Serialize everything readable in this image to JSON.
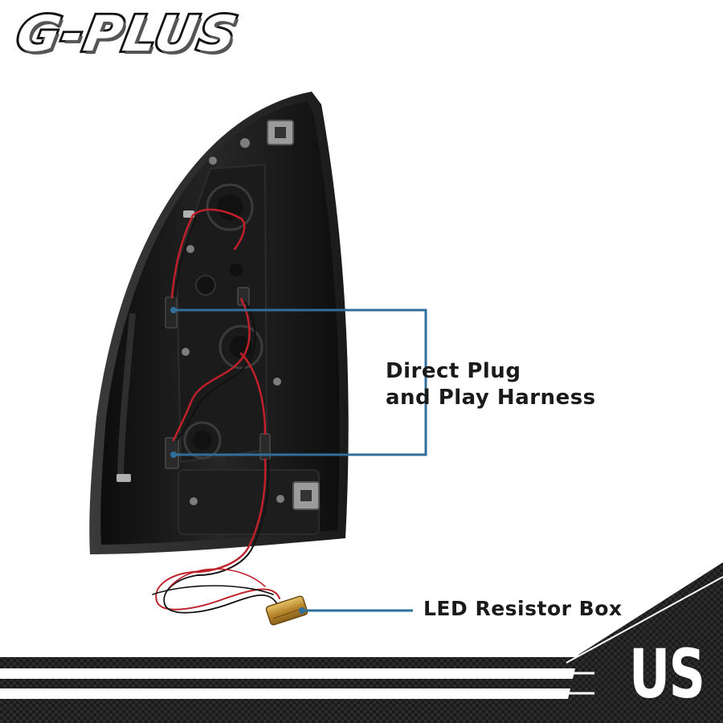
{
  "brand": {
    "logo_text": "G-PLUS"
  },
  "callouts": {
    "harness": {
      "line1": "Direct Plug",
      "line2": "and Play Harness"
    },
    "resistor": {
      "label": "LED Resistor Box"
    }
  },
  "badge": {
    "text": "US"
  },
  "colors": {
    "callout_line": "#2f6f9a",
    "housing": "#151515",
    "wire_red": "#c0202a",
    "resistor_gold": "#c9a03a"
  }
}
